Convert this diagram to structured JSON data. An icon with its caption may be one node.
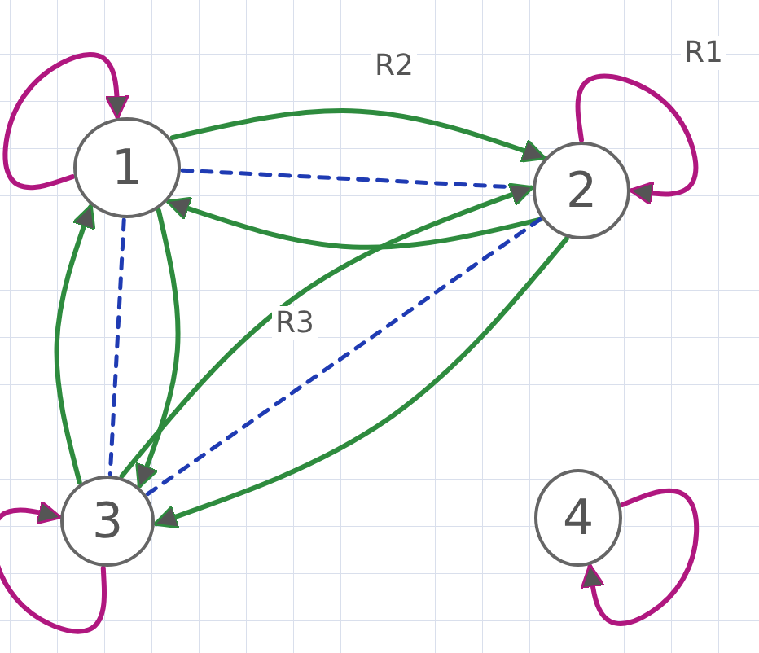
{
  "diagram": {
    "nodes": [
      {
        "text": [
          "1"
        ]
      },
      {
        "text": [
          "2"
        ]
      },
      {
        "text": [
          "3"
        ]
      },
      {
        "text": [
          "4"
        ]
      }
    ],
    "edges": [
      {
        "from": 0,
        "to": 0,
        "arrow": "to",
        "color": "#b0177f"
      },
      {
        "from": 0,
        "to": 1,
        "arrow": "to",
        "label": "R2"
      },
      {
        "from": 1,
        "to": 0,
        "arrow": "to"
      },
      {
        "from": 0,
        "to": 1,
        "arrow": "none",
        "style": "dashed",
        "color": "#1f3bb3"
      },
      {
        "from": 1,
        "to": 1,
        "arrow": "to",
        "color": "#b0177f",
        "label": "R1"
      },
      {
        "from": 0,
        "to": 2,
        "arrow": "to"
      },
      {
        "from": 2,
        "to": 0,
        "arrow": "to"
      },
      {
        "from": 0,
        "to": 2,
        "arrow": "none",
        "style": "dashed",
        "color": "#1f3bb3"
      },
      {
        "from": 2,
        "to": 1,
        "arrow": "to",
        "label": "R3"
      },
      {
        "from": 1,
        "to": 2,
        "arrow": "to"
      },
      {
        "from": 1,
        "to": 2,
        "arrow": "none",
        "style": "dashed",
        "color": "#1f3bb3"
      },
      {
        "from": 2,
        "to": 2,
        "arrow": "to",
        "color": "#b0177f"
      },
      {
        "from": 3,
        "to": 3,
        "arrow": "to",
        "color": "#b0177f"
      }
    ]
  }
}
